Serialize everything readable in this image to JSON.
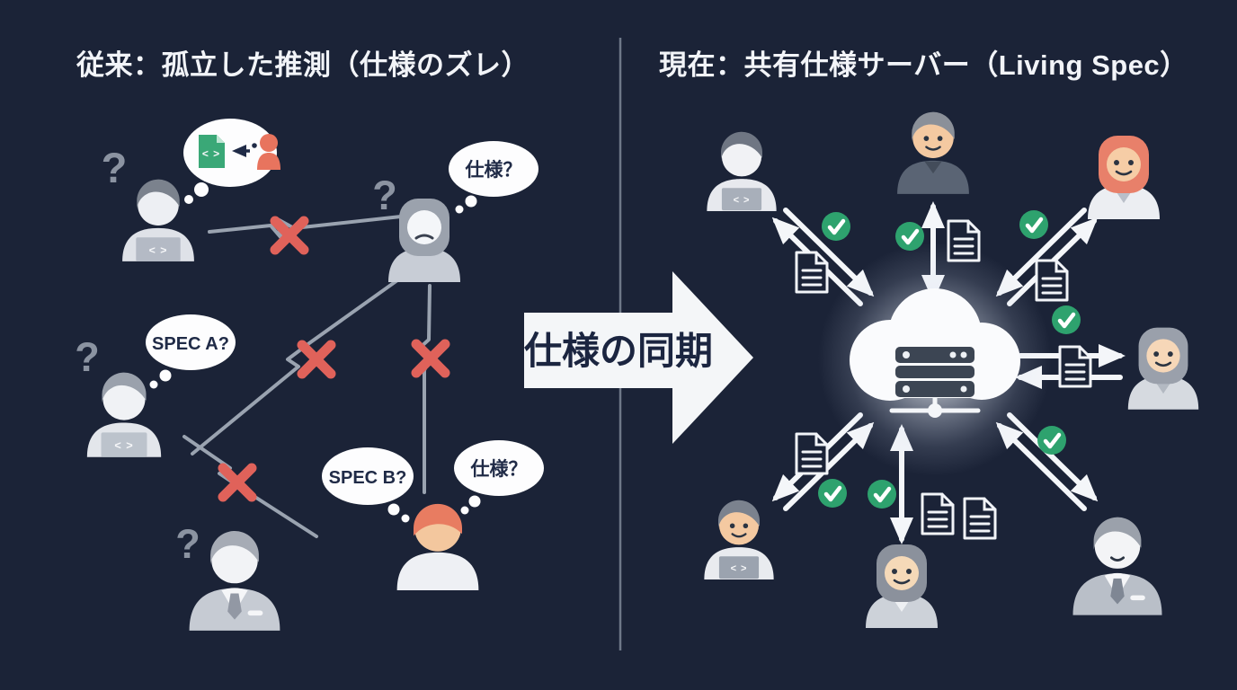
{
  "header": {
    "left_title": "従来：孤立した推測（仕様のズレ）",
    "right_title": "現在：共有仕様サーバー（Living Spec）"
  },
  "center_arrow": {
    "label": "仕様の同期"
  },
  "left_panel": {
    "bubble_spec_question_top": "仕様？",
    "bubble_spec_a": "SPEC A?",
    "bubble_spec_b": "SPEC B?",
    "bubble_spec_question_bottom": "仕様？"
  },
  "glyphs": {
    "question_mark": "?",
    "laptop_code": "< >",
    "doc_code": "< >"
  },
  "colors": {
    "background": "#1b2337",
    "broken_link_gray": "#9aa3b0",
    "error_red": "#e0625a",
    "check_green": "#2ea26e",
    "doc_green": "#3aa877",
    "person_orange": "#e8745e",
    "arrow_white": "#f4f6f9"
  }
}
